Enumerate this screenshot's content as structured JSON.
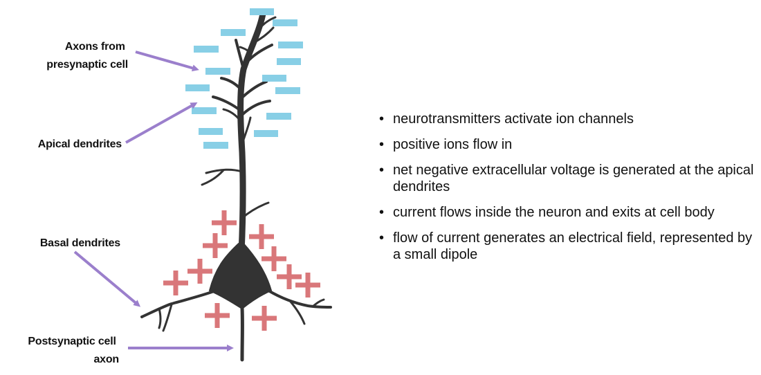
{
  "labels": {
    "axons": [
      "Axons from",
      "presynaptic cell"
    ],
    "apical": [
      "Apical dendrites"
    ],
    "basal": [
      "Basal dendrites"
    ],
    "postsynaptic": [
      "Postsynaptic cell",
      "axon"
    ]
  },
  "bullets": [
    "neurotransmitters activate ion channels",
    "positive ions flow in",
    "net negative extracellular voltage is generated at the apical dendrites",
    "current flows inside the neuron and exits at cell body",
    "flow of current generates an electrical field, represented by a small dipole"
  ],
  "colors": {
    "arrow": "#9b7fcc",
    "negative": "#88cfe6",
    "positive": "#d9777a",
    "neuron": "#333333"
  }
}
